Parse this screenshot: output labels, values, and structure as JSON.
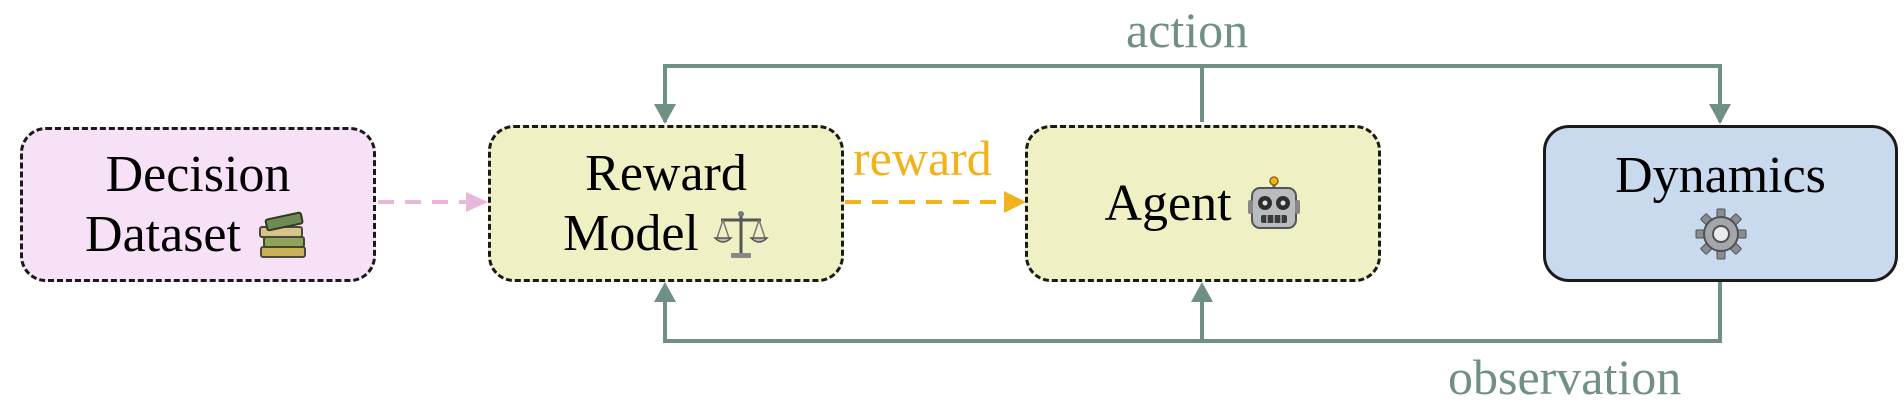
{
  "colors": {
    "loop": "#6f8f87",
    "reward": "#f2b21b",
    "dataset_arrow": "#e9b7d9",
    "dataset_fill": "#f7e1f7",
    "reward_model_fill": "#eff1c4",
    "agent_fill": "#eff1c4",
    "dynamics_fill": "#c9d9ee"
  },
  "nodes": {
    "decision_dataset": {
      "line1": "Decision",
      "line2": "Dataset",
      "icon": "books-icon"
    },
    "reward_model": {
      "line1": "Reward",
      "line2": "Model",
      "icon": "balance-scale-icon"
    },
    "agent": {
      "label": "Agent",
      "icon": "robot-icon"
    },
    "dynamics": {
      "label": "Dynamics",
      "icon": "gear-icon"
    }
  },
  "edges": {
    "action": "action",
    "reward": "reward",
    "observation": "observation"
  }
}
